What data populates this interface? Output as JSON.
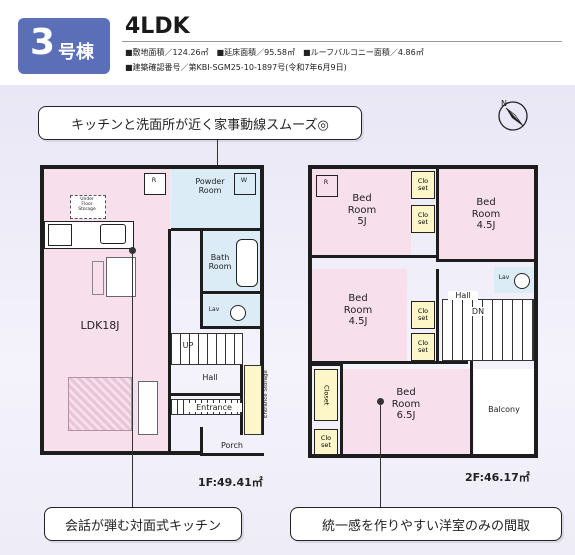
{
  "header": {
    "badge_number": "3",
    "badge_suffix": "号棟",
    "plan_type": "4LDK",
    "info_line1": "■敷地面積／124.26㎡　■延床面積／95.58㎡　■ルーフバルコニー面積／4.86㎡",
    "info_line2": "■建築確認番号／第KBI-SGM25-10-1897号(令和7年6月9日)"
  },
  "callouts": {
    "top": "キッチンと洗面所が近く家事動線スムーズ◎",
    "bottom_left": "会話が弾む対面式キッチン",
    "bottom_right": "統一感を作りやすい洋室のみの間取"
  },
  "floor1": {
    "area_label": "1F:49.41㎡",
    "rooms": {
      "ldk": "LDK18J",
      "powder": "Powder\nRoom",
      "bath": "Bath\nRoom",
      "hall": "Hall",
      "entrance": "Entrance",
      "porch": "Porch",
      "up": "UP",
      "storage": "Under\nFloor\nStorage",
      "entrance_storage": "Entrance Storage",
      "lav": "Lav",
      "r_mark": "R",
      "w_mark": "W"
    }
  },
  "floor2": {
    "area_label": "2F:46.17㎡",
    "rooms": {
      "bed1": "Bed\nRoom\n5J",
      "bed2": "Bed\nRoom\n4.5J",
      "bed3": "Bed\nRoom\n4.5J",
      "bed4": "Bed\nRoom\n6.5J",
      "hall": "Hall",
      "dn": "DN",
      "balcony": "Balcony",
      "closet": "Closet",
      "clo": "Clo\nset",
      "lav": "Lav",
      "r_mark": "R"
    }
  },
  "colors": {
    "badge": "#5a6fb8",
    "pink": "#f7dfec",
    "blue": "#dcecf6",
    "tatami": "#f9e9f2"
  }
}
